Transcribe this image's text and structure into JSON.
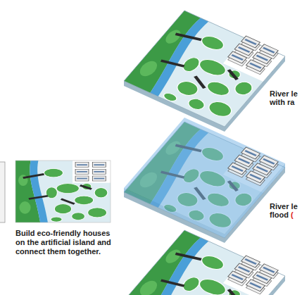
{
  "diagram": {
    "labels": [
      "Build eco-friendly houses on the artificial island and connect them together.",
      "River le with ra",
      "River le flood",
      "("
    ]
  }
}
